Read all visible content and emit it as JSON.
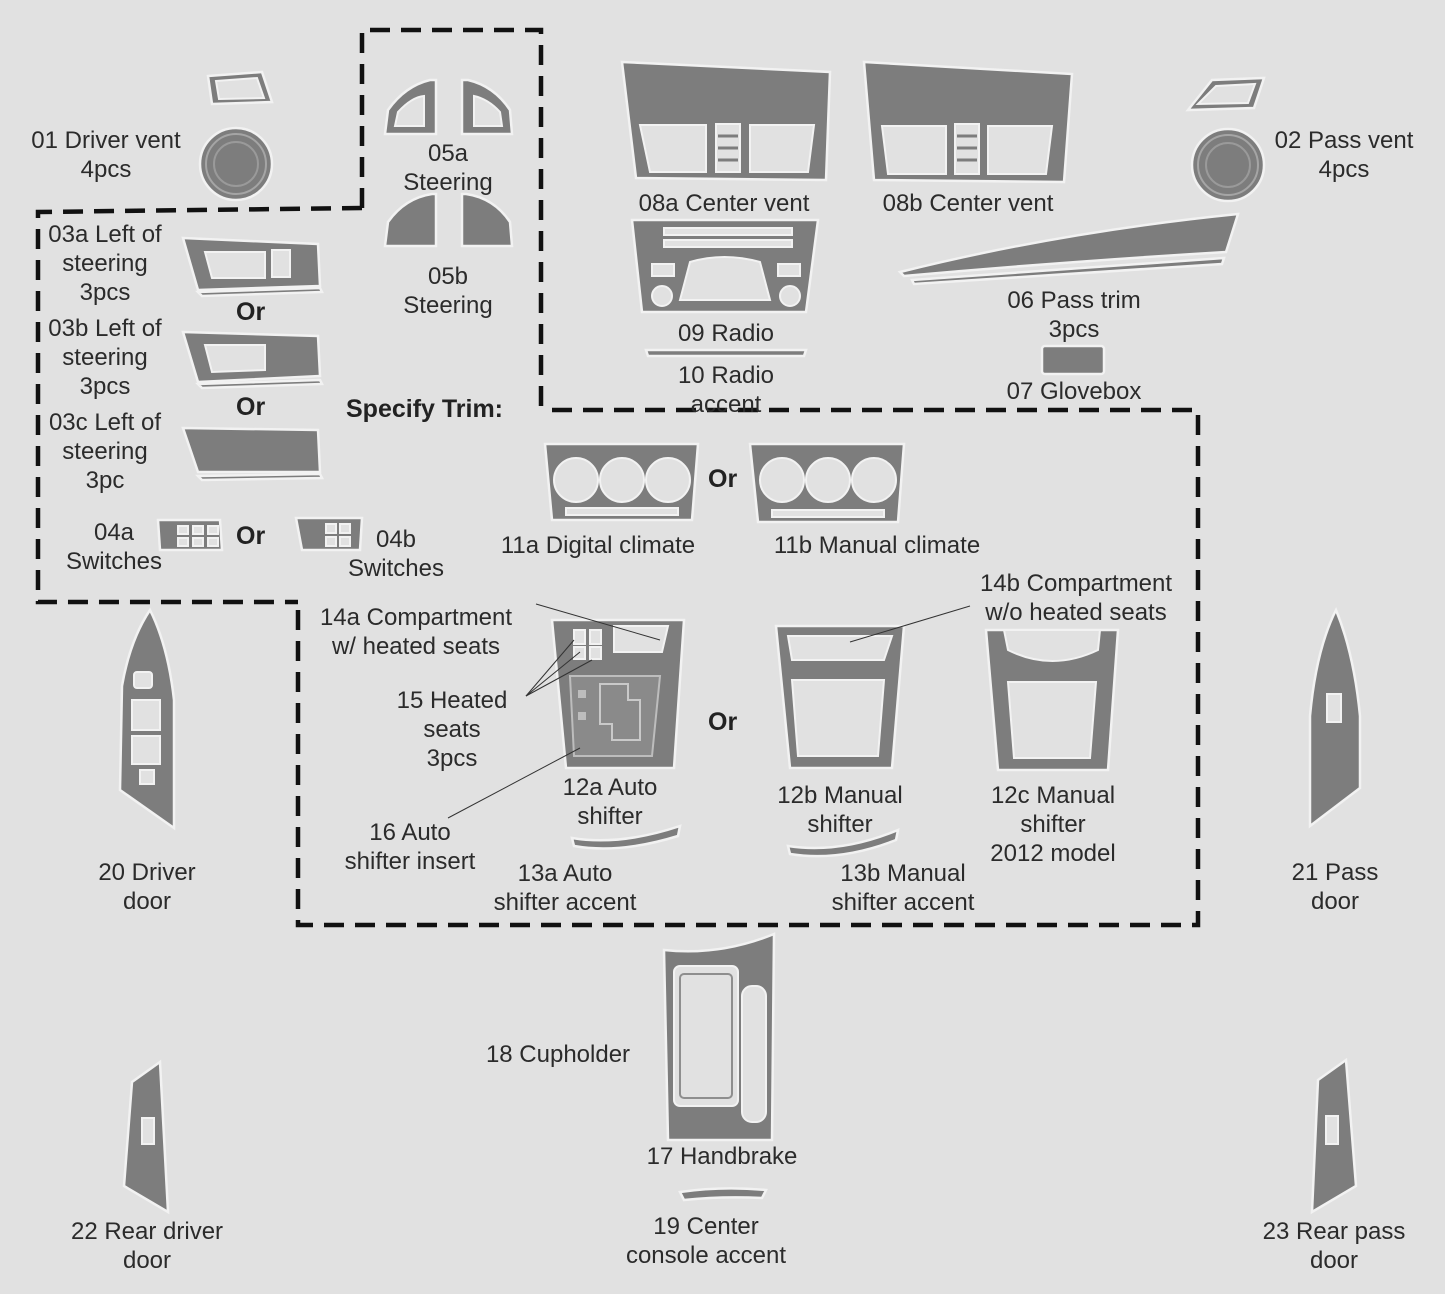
{
  "colors": {
    "background": "#e1e1e1",
    "part_fill": "#7d7d7d",
    "part_outline": "#f2f2f2",
    "text": "#2b2b2b",
    "dash": "#111111"
  },
  "labels": {
    "p01": "01 Driver vent\n4pcs",
    "p02": "02 Pass vent\n4pcs",
    "p03a": "03a Left of\nsteering\n3pcs",
    "p03b": "03b Left of\nsteering\n3pcs",
    "p03c": "03c Left of\nsteering\n3pc",
    "p04a": "04a\nSwitches",
    "p04b": "04b\nSwitches",
    "p05a": "05a\nSteering",
    "p05b": "05b\nSteering",
    "p06": "06 Pass trim\n3pcs",
    "p07": "07 Glovebox",
    "p08a": "08a Center vent",
    "p08b": "08b Center vent",
    "p09": "09 Radio",
    "p10": "10 Radio\naccent",
    "p11a": "11a Digital climate",
    "p11b": "11b Manual climate",
    "p12a": "12a Auto\nshifter",
    "p12b": "12b Manual\nshifter",
    "p12c": "12c Manual\nshifter\n2012 model",
    "p13a": "13a Auto\nshifter accent",
    "p13b": "13b Manual\nshifter accent",
    "p14a": "14a Compartment\nw/ heated seats",
    "p14b": "14b Compartment\nw/o heated seats",
    "p15": "15 Heated\nseats\n3pcs",
    "p16": "16 Auto\nshifter insert",
    "p17": "17 Handbrake",
    "p18": "18 Cupholder",
    "p19": "19 Center\nconsole accent",
    "p20": "20 Driver\ndoor",
    "p21": "21 Pass\ndoor",
    "p22": "22 Rear driver\ndoor",
    "p23": "23 Rear pass\ndoor"
  },
  "or_word": "Or",
  "specify_trim": "Specify Trim:"
}
